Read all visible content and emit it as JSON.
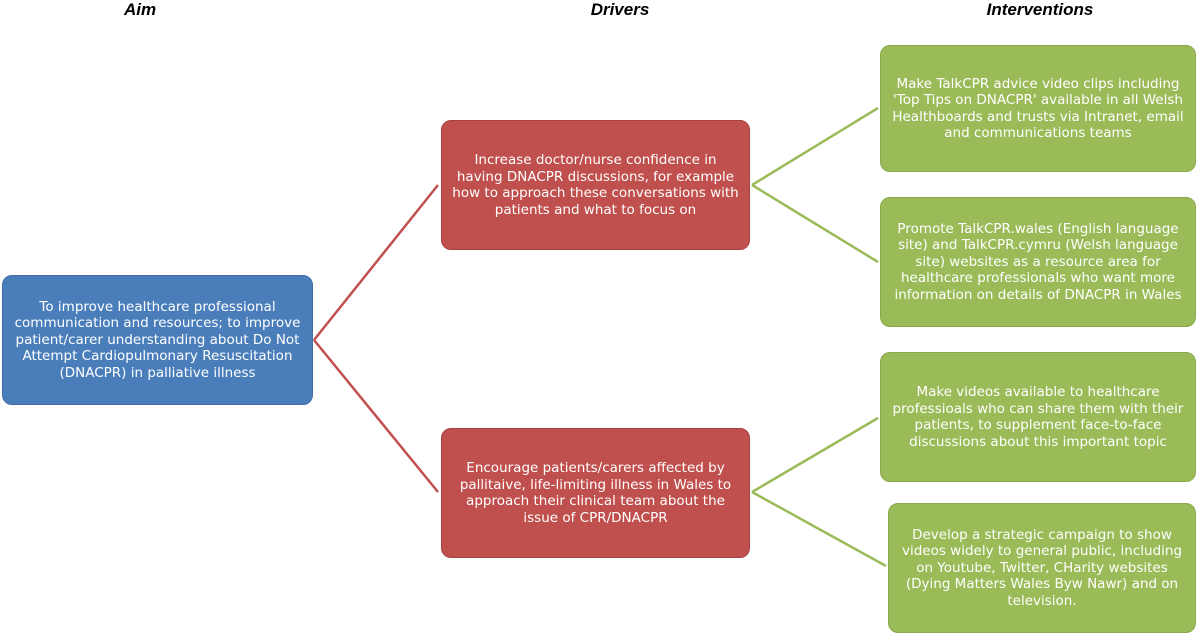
{
  "headers": {
    "aim": "Aim",
    "drivers": "Drivers",
    "interventions": "Interventions"
  },
  "colors": {
    "aim_box": "#4a7ebb",
    "driver_box": "#c0504d",
    "intervention_box": "#9bbb59",
    "aim_connector": "#c0504d",
    "driver_connector": "#9bbb59"
  },
  "aim": "To improve healthcare professional communication and resources; to improve patient/carer understanding about Do Not Attempt Cardiopulmonary Resuscitation (DNACPR)  in palliative illness",
  "drivers": [
    "Increase doctor/nurse confidence in having DNACPR discussions, for example how to approach these conversations with patients and what to focus on",
    "Encourage patients/carers affected by pallitaive, life-limiting illness in Wales to approach their clinical team about the issue of CPR/DNACPR"
  ],
  "interventions": [
    "Make TalkCPR advice video clips including 'Top Tips on DNACPR' available in all Welsh Healthboards and trusts via Intranet, email and communications teams",
    "Promote TalkCPR.wales (English language site) and TalkCPR.cymru (Welsh language site)  websites as  a resource area for healthcare professionals who want more information on details of DNACPR in Wales",
    "Make videos available to healthcare professioals who can share them with their patients, to supplement face-to-face discussions about this important topic",
    "Develop a strategic campaign to show videos widely to general public, including on Youtube, Twitter, CHarity websites (Dying Matters Wales Byw Nawr) and on television."
  ]
}
